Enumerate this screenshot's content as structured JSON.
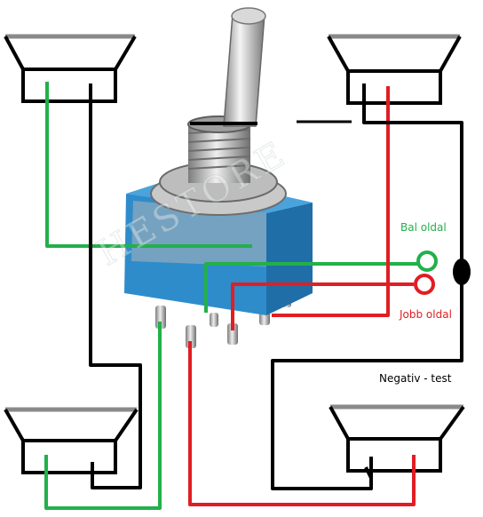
{
  "colors": {
    "background": "#ffffff",
    "left_wire": "#22b04a",
    "right_wire": "#e01e24",
    "negative_wire": "#000000",
    "speaker_outline": "#000000",
    "speaker_top_bar": "#8a8a8a",
    "switch_body": "#2f8ccb",
    "switch_body_dark": "#1f6ea8",
    "switch_metal": "#b9b9b9"
  },
  "labels": {
    "left_side": "Bal oldal",
    "right_side": "Jobb oldal",
    "negative": "Negativ - test",
    "watermark": "HESTORE"
  },
  "components": {
    "switch": {
      "type": "toggle-switch",
      "pins": 6
    },
    "speakers": [
      "speaker-top-left",
      "speaker-top-right",
      "speaker-bottom-left",
      "speaker-bottom-right"
    ],
    "connectors": [
      "left-input-terminal",
      "right-input-terminal",
      "negative-junction"
    ]
  }
}
